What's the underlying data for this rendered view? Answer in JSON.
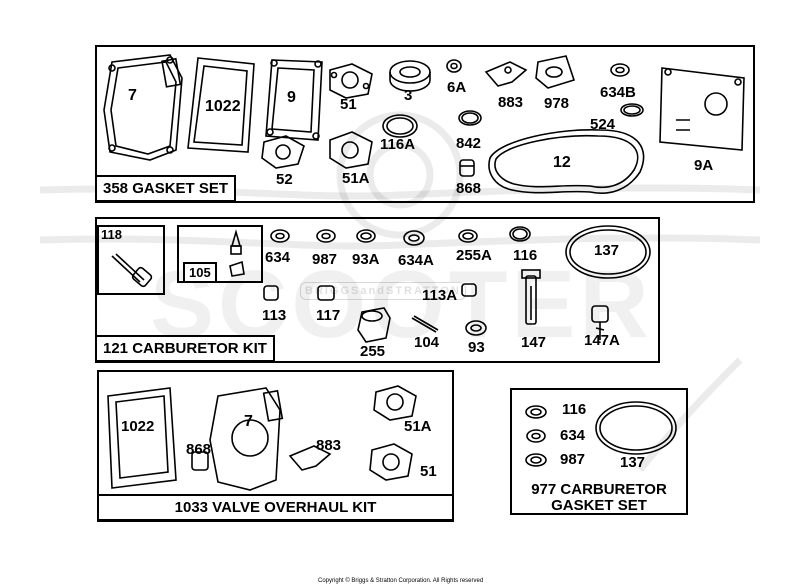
{
  "watermark": {
    "text": "SCOOTER",
    "badge": "BRIGGSandSTRATTON"
  },
  "kits": {
    "gasket_set": "358 GASKET SET",
    "carb_kit": "121 CARBURETOR KIT",
    "valve_kit": "1033 VALVE OVERHAUL KIT",
    "carb_gasket_line1": "977 CARBURETOR",
    "carb_gasket_line2": "GASKET SET"
  },
  "parts": {
    "gasket": [
      "7",
      "1022",
      "9",
      "51",
      "3",
      "6A",
      "883",
      "978",
      "634B",
      "524",
      "116A",
      "842",
      "12",
      "9A",
      "52",
      "51A",
      "868"
    ],
    "carb": [
      "118",
      "105",
      "634",
      "987",
      "93A",
      "634A",
      "255A",
      "116",
      "137",
      "113",
      "117",
      "113A",
      "255",
      "104",
      "93",
      "147",
      "147A"
    ],
    "valve": [
      "1022",
      "7",
      "883",
      "51A",
      "868",
      "51"
    ],
    "carb_gasket": [
      "116",
      "634",
      "987",
      "137"
    ]
  },
  "copyright": "Copyright © Briggs & Stratton Corporation. All Rights reserved"
}
